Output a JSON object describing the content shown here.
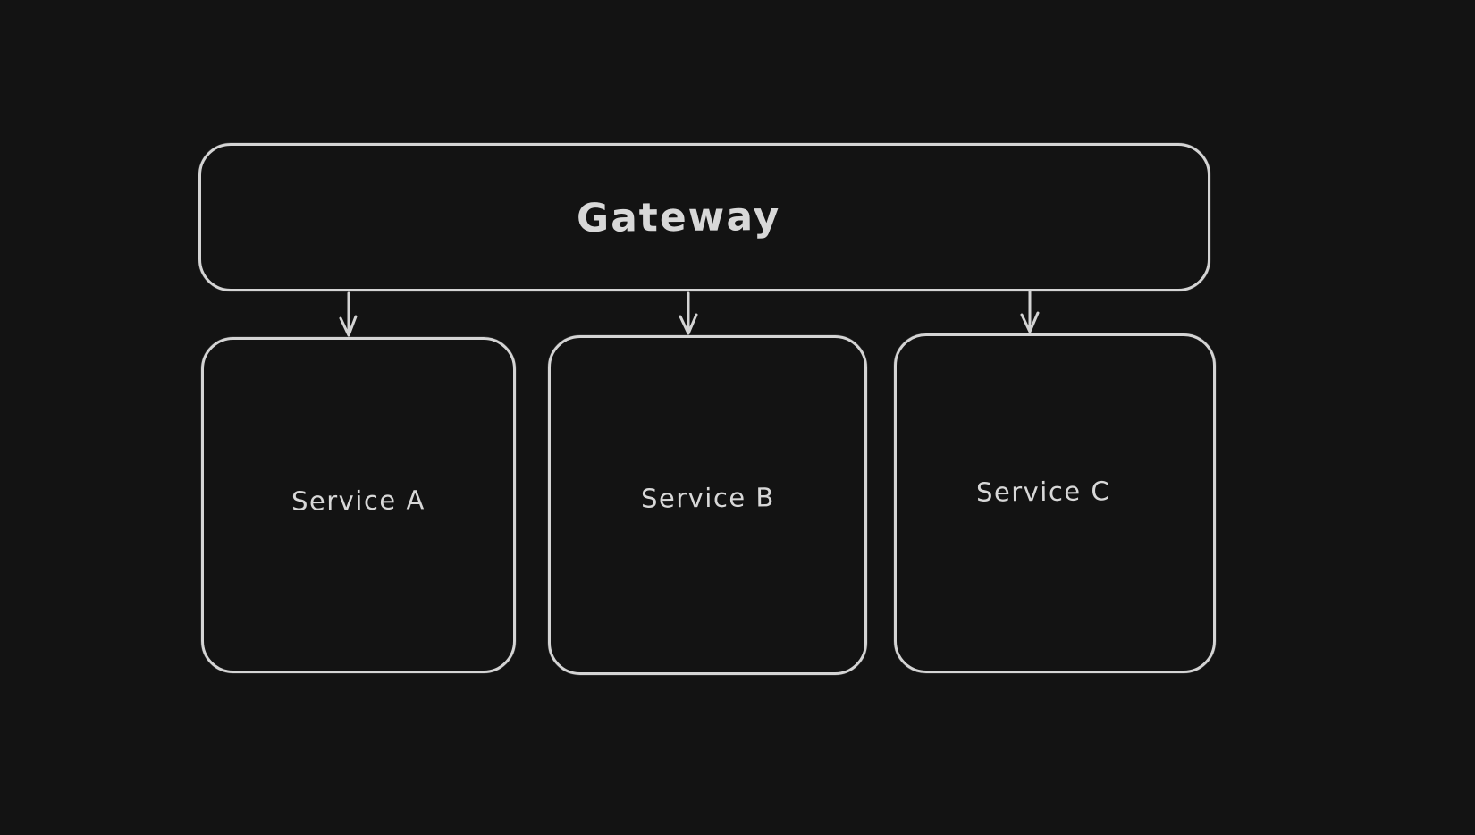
{
  "canvas": {
    "background_color": "#131313",
    "stroke_color": "#d4d4d4",
    "text_color": "#d8d8d8",
    "theme": "dark"
  },
  "diagram": {
    "gateway": {
      "label": "Gateway"
    },
    "services": [
      {
        "id": "service-a",
        "label": "Service A"
      },
      {
        "id": "service-b",
        "label": "Service B"
      },
      {
        "id": "service-c",
        "label": "Service C"
      }
    ],
    "connections": [
      {
        "from": "Gateway",
        "to": "Service A",
        "style": "arrow-down"
      },
      {
        "from": "Gateway",
        "to": "Service B",
        "style": "arrow-down"
      },
      {
        "from": "Gateway",
        "to": "Service C",
        "style": "arrow-down"
      }
    ]
  }
}
